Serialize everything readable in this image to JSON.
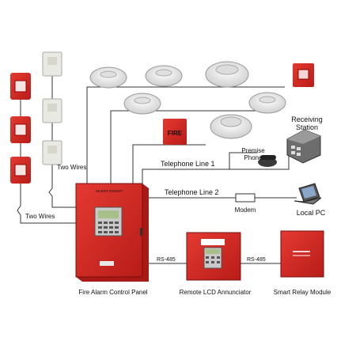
{
  "labels": {
    "receiving_station": [
      "Receiving",
      "Station"
    ],
    "premise_phone": [
      "Premise",
      "Phone"
    ],
    "telephone_line_1": "Telephone Line 1",
    "telephone_line_2": "Telephone Line 2",
    "modem": "Modem",
    "local_pc": "Local PC",
    "two_wires_upper": "Two Wires",
    "two_wires_lower": "Two Wires",
    "rs485_left": "RS-485",
    "rs485_right": "RS-485",
    "fire_alarm_control_panel": "Fire Alarm Control Panel",
    "remote_lcd_annunciator": "Remote LCD Annunciator",
    "smart_relay_module": "Smart Relay Module"
  },
  "device_text": {
    "panel_brand": "SILENT KNIGHT",
    "pull_station_text": "FIRE"
  },
  "colors": {
    "panel_red": "#d42a24",
    "panel_dark": "#a81a16",
    "strobe_red": "#d9262a",
    "wire": "#333333",
    "detector": "#eeeeee"
  }
}
